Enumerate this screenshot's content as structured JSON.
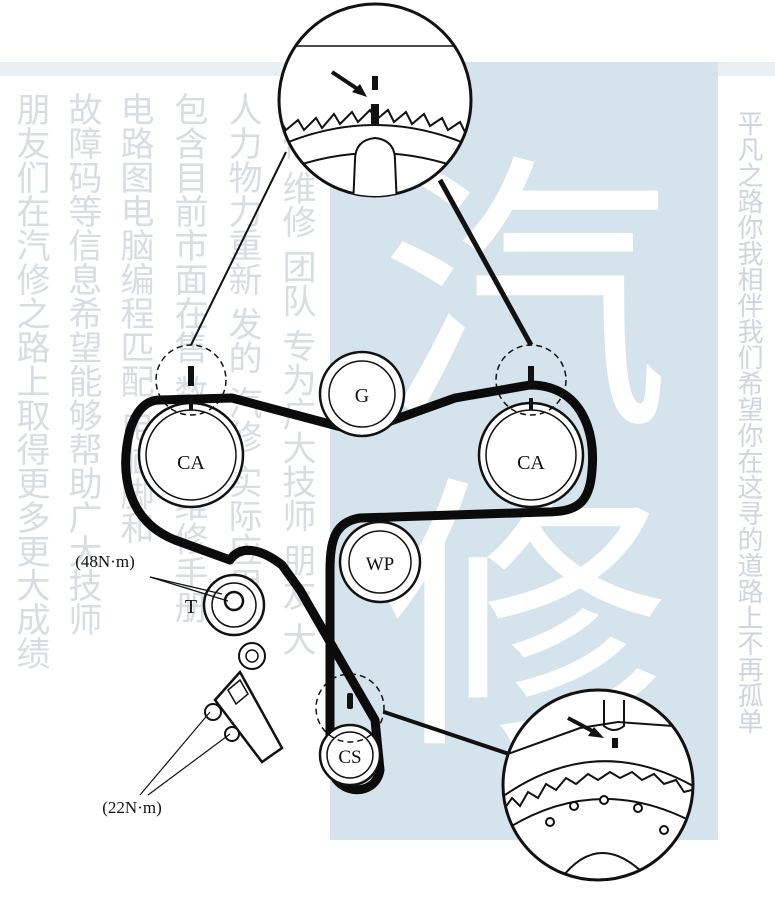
{
  "labels": {
    "ca_left": "CA",
    "ca_right": "CA",
    "g": "G",
    "wp": "WP",
    "t": "T",
    "cs": "CS",
    "torque_t": "(48N·m)",
    "torque_bracket": "(22N·m)"
  },
  "watermark": {
    "big_chars": [
      "汽",
      "修"
    ],
    "col_right": "平凡之路你我相伴我们希望你在这寻的道路上不再孤单",
    "col1": "朋友们在汽修之路上取得更多更大成绩",
    "col2": "故障码等信息希望能够帮助广大技师",
    "col3": "电路图电脑编程匹配 电脑脚和",
    "col4": "包含目前市面在售 数据 的维修手册",
    "col5": "人力物力重新 发的 汽修 实际应用",
    "col6": "汽修 维修 团队 专为广大技师 朋友 大"
  },
  "colors": {
    "belt": "#0b0b0b",
    "watermark_bg": "#d4e3ec",
    "watermark_text": "#c8d2d9"
  }
}
